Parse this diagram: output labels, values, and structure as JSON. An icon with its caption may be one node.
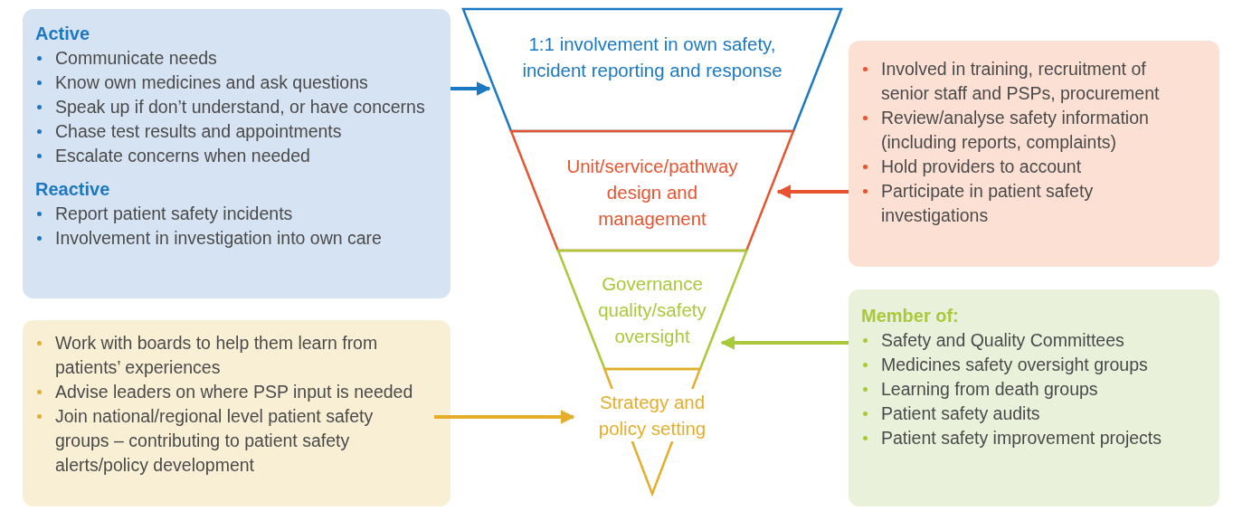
{
  "diagram": {
    "nodes": [
      {
        "text": [
          "Active",
          "Communicate needs",
          "Know own medicines and ask questions",
          "Speak up if don’t understand, or have concerns",
          "Chase test results and appointments",
          "Escalate concerns when needed",
          "Reactive",
          "Report patient safety incidents",
          "Involvement in investigation into own care"
        ]
      },
      {
        "text": [
          "1:1 involvement in own safety, incident reporting and response"
        ]
      },
      {
        "text": [
          "Involved in training, recruitment of senior staff and PSPs, procurement",
          "Review/analyse safety information (including reports, complaints)",
          "Hold providers to account",
          "Participate in patient safety investigations"
        ]
      },
      {
        "text": [
          "Unit/service/pathway design and management"
        ]
      },
      {
        "text": [
          "Work with boards to help them learn from patients’ experiences",
          "Advise leaders on where PSP input is needed",
          "Join national/regional level patient safety groups – contributing to patient safety alerts/policy development"
        ]
      },
      {
        "text": [
          "Governance quality/safety oversight"
        ]
      },
      {
        "text": [
          "Member of:",
          "Safety and Quality Committees",
          "Medicines safety oversight groups",
          "Learning from death groups",
          "Patient safety audits",
          "Patient safety improvement projects"
        ]
      },
      {
        "text": [
          "Strategy and policy setting"
        ]
      }
    ],
    "edges": [
      {
        "from": 0,
        "to": 1,
        "arrow": "to",
        "color": "#1b78c2"
      },
      {
        "from": 2,
        "to": 3,
        "arrow": "to",
        "color": "#e8542f"
      },
      {
        "from": 6,
        "to": 5,
        "arrow": "to",
        "color": "#a9c83a"
      },
      {
        "from": 4,
        "to": 7,
        "arrow": "to",
        "color": "#e4ae2b"
      }
    ]
  }
}
